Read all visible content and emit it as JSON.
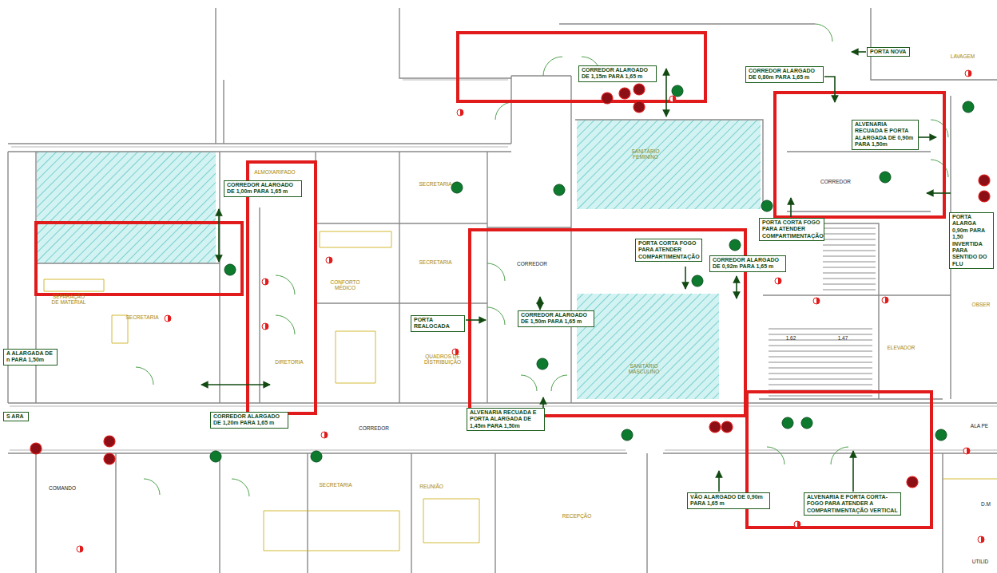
{
  "diagram": {
    "nodes": [
      {
        "text": [
          "CORREDOR ALARGADO DE 1,15m PARA 1,65 m"
        ]
      },
      {
        "text": [
          "PORTA NOVA"
        ]
      },
      {
        "text": [
          "CORREDOR ALARGADO DE 0,80m PARA 1,65 m"
        ]
      },
      {
        "text": [
          "ALVENARIA RECUADA E PORTA ALARGADA DE 0,90m PARA 1,50m"
        ]
      },
      {
        "text": [
          "CORREDOR ALARGADO DE 1,00m PARA 1,65 m"
        ]
      },
      {
        "text": [
          "PORTA CORTA FOGO PARA ATENDER COMPARTIMENTAÇÃO"
        ]
      },
      {
        "text": [
          "PORTA ALARGA 0,90m PARA 1,50 INVERTIDA PARA SENTIDO DO FLU"
        ]
      },
      {
        "text": [
          "PORTA CORTA FOGO PARA ATENDER COMPARTIMENTAÇÃO"
        ]
      },
      {
        "text": [
          "CORREDOR ALARGADO DE 0,92m PARA 1,65 m"
        ]
      },
      {
        "text": [
          "PORTA REALOCADA"
        ]
      },
      {
        "text": [
          "CORREDOR ALARGADO DE 1,50m PARA 1,65 m"
        ]
      },
      {
        "text": [
          "A ALARGADA DE n PARA 1,50m"
        ]
      },
      {
        "text": [
          "S ARA"
        ]
      },
      {
        "text": [
          "CORREDOR ALARGADO DE 1,20m PARA 1,65 m"
        ]
      },
      {
        "text": [
          "ALVENARIA RECUADA E PORTA ALARGADA DE 1,45m PARA 1,50m"
        ]
      },
      {
        "text": [
          "VÃO ALARGADO DE 0,90m PARA 1,65 m"
        ]
      },
      {
        "text": [
          "ALVENARIA E PORTA CORTA-FOGO PARA ATENDER A COMPARTIMENTAÇÃO VERTICAL"
        ]
      }
    ],
    "labels": [
      "ALMOXARIFADO",
      "SECRETARIA",
      "SECRETARIA",
      "SEPARAÇÃO DE MATERIAL",
      "SECRETARIA",
      "CONFORTO MÉDICO",
      "DIRETORIA",
      "QUADROS DE DISTRIBUIÇÃO",
      "CORREDOR",
      "CORREDOR",
      "CORREDOR",
      "LAVAGEM",
      "OBSER",
      "1.62",
      "1.47",
      "ELEVADOR",
      "ALA PE",
      "COMANDO",
      "SECRETARIA",
      "REUNIÃO",
      "RECEPÇÃO",
      "D.M",
      "UTILID",
      "SANITÁRIO FEMININO",
      "SANITÁRIO MASCULINO"
    ]
  }
}
